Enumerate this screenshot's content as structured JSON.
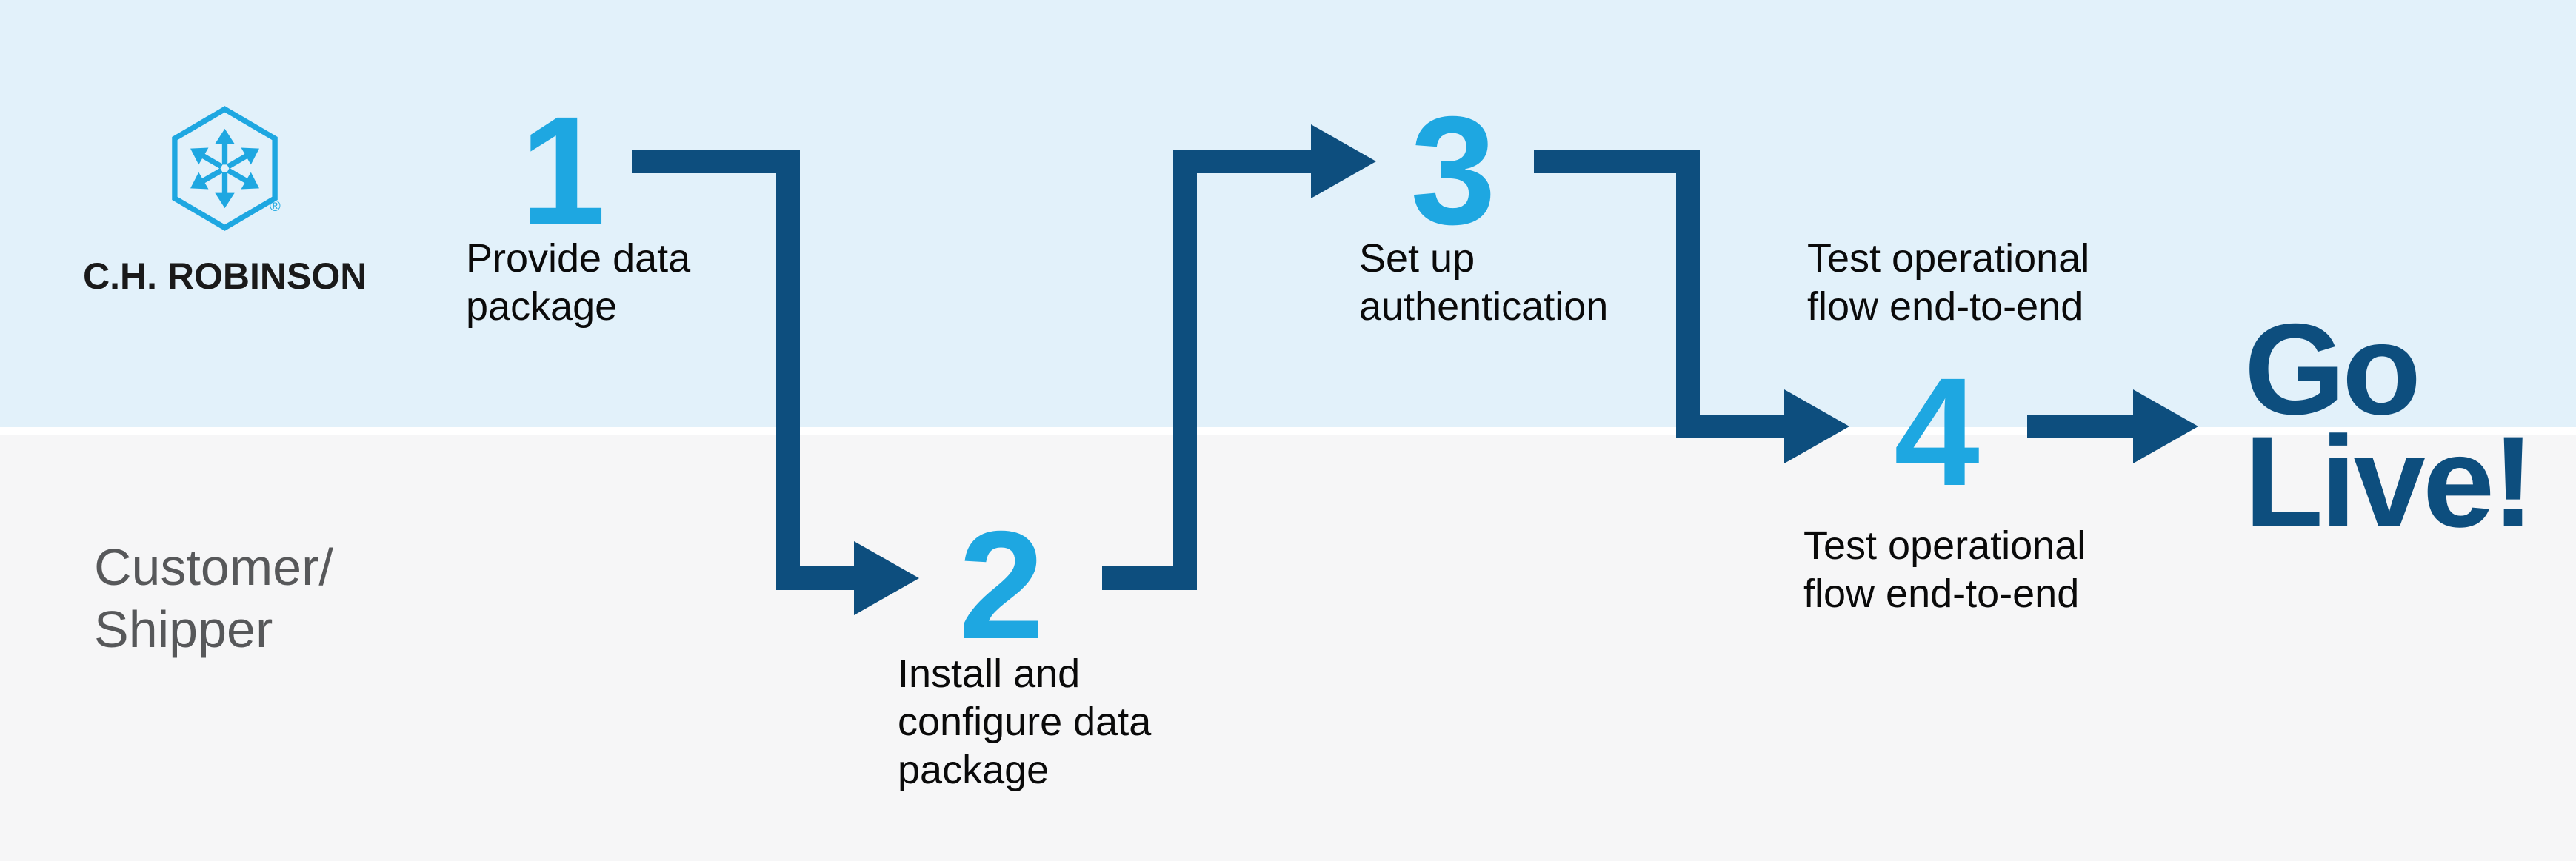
{
  "brand": {
    "wordmark": "C.H. ROBINSON",
    "registered": "®"
  },
  "lanes": {
    "top_owner": "C.H. Robinson",
    "bottom": {
      "line1": "Customer/",
      "line2": "Shipper"
    }
  },
  "steps": [
    {
      "number": "1",
      "lines": [
        "Provide data",
        "package"
      ]
    },
    {
      "number": "2",
      "lines": [
        "Install and",
        "configure data",
        "package"
      ]
    },
    {
      "number": "3",
      "lines": [
        "Set up",
        "authentication"
      ]
    },
    {
      "number": "4",
      "lines": [
        "Test operational",
        "flow end-to-end"
      ],
      "secondary_lines": [
        "Test operational",
        "flow end-to-end"
      ]
    }
  ],
  "finish": {
    "line1": "Go",
    "line2": "Live!"
  },
  "colors": {
    "bg_top": "#E2F1FA",
    "bg_bottom": "#F6F6F7",
    "divider": "#FFFFFF",
    "accent_blue": "#1EA7E1",
    "navy": "#0D4E7E",
    "text_black": "#0A0A0A",
    "text_gray": "#57585A",
    "logo_text": "#1A1A1A"
  }
}
